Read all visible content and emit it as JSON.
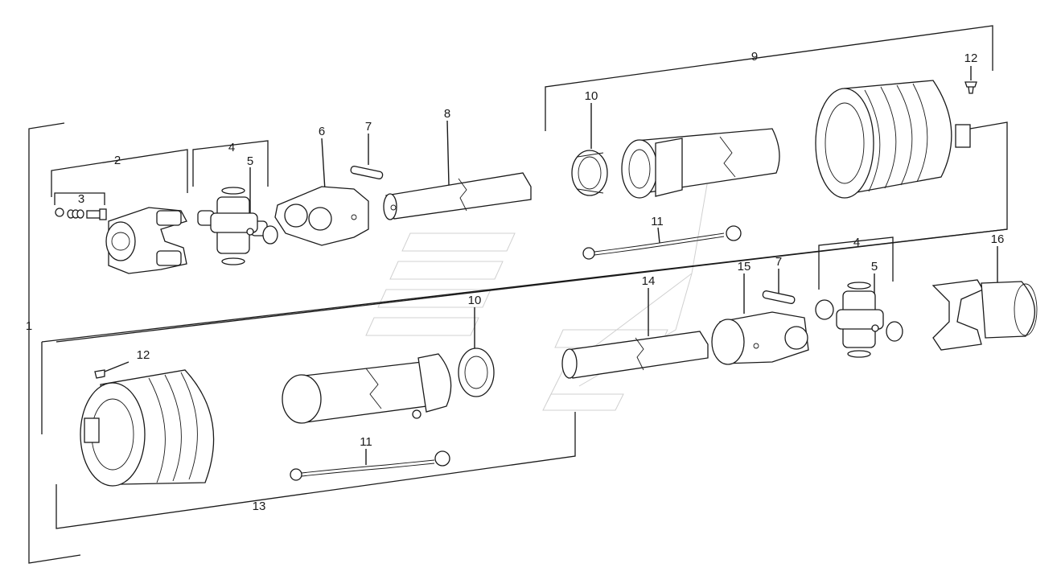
{
  "callouts": [
    "1",
    "2",
    "3",
    "4",
    "5",
    "6",
    "7",
    "8",
    "9",
    "10",
    "11",
    "12",
    "13",
    "14",
    "15",
    "16"
  ],
  "lower_callouts": {
    "c4": "4",
    "c5": "5",
    "c7": "7",
    "c10": "10",
    "c11": "11",
    "c12": "12"
  },
  "colors": {
    "line": "#1a1a1a",
    "watermark": "#d0d0d0",
    "background": "#ffffff"
  }
}
